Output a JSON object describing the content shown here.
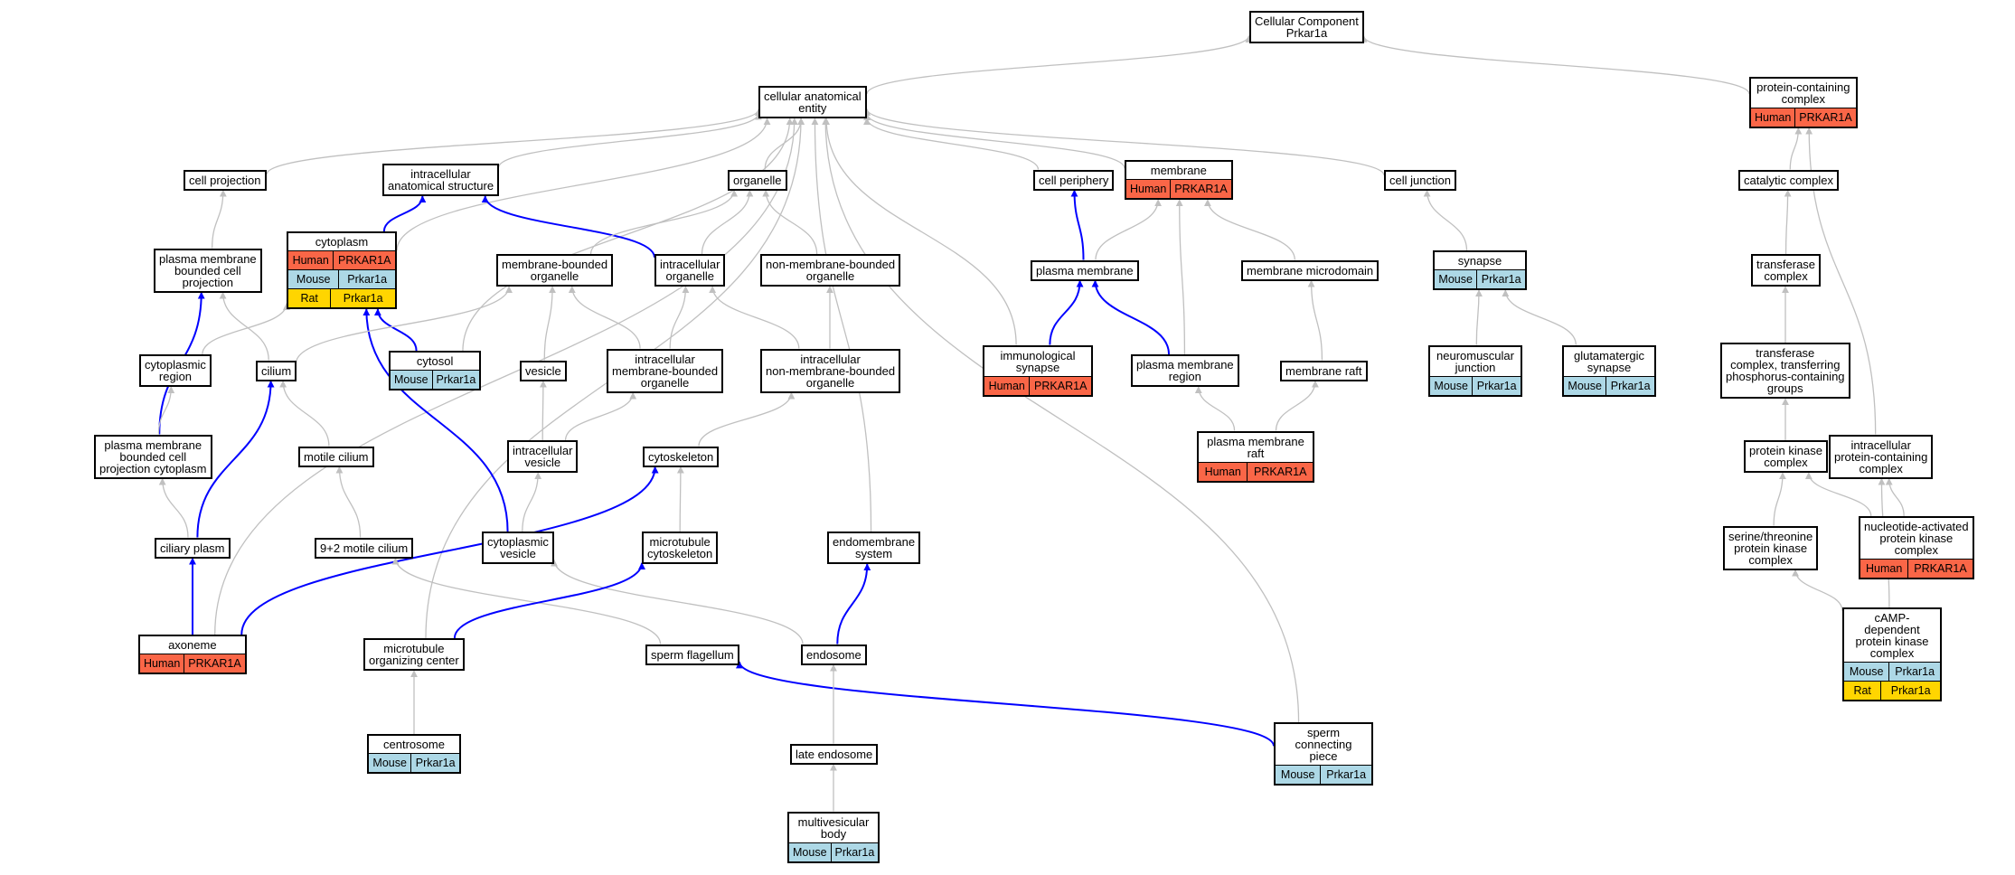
{
  "colors": {
    "edge_grey": "#c0c0c0",
    "edge_blue": "#0000ff",
    "human": "#fa6647",
    "mouse": "#add8e6",
    "rat": "#ffd500"
  },
  "nodes": [
    {
      "id": "cc",
      "label": "Cellular Component\nPrkar1a",
      "species": []
    },
    {
      "id": "cae",
      "label": "cellular anatomical\nentity",
      "species": []
    },
    {
      "id": "pcc",
      "label": "protein-containing\ncomplex",
      "species": [
        {
          "sp": "Human",
          "gene": "PRKAR1A"
        }
      ]
    },
    {
      "id": "cellproj",
      "label": "cell projection",
      "species": []
    },
    {
      "id": "ias",
      "label": "intracellular\nanatomical structure",
      "species": []
    },
    {
      "id": "organelle",
      "label": "organelle",
      "species": []
    },
    {
      "id": "cellper",
      "label": "cell periphery",
      "species": []
    },
    {
      "id": "membrane",
      "label": "membrane",
      "species": [
        {
          "sp": "Human",
          "gene": "PRKAR1A"
        }
      ]
    },
    {
      "id": "celljunc",
      "label": "cell junction",
      "species": []
    },
    {
      "id": "catalytic",
      "label": "catalytic complex",
      "species": []
    },
    {
      "id": "pmbcp",
      "label": "plasma membrane\nbounded cell\nprojection",
      "species": []
    },
    {
      "id": "cytoplasm",
      "label": "cytoplasm",
      "species": [
        {
          "sp": "Human",
          "gene": "PRKAR1A"
        },
        {
          "sp": "Mouse",
          "gene": "Prkar1a"
        },
        {
          "sp": "Rat",
          "gene": "Prkar1a"
        }
      ]
    },
    {
      "id": "mbo",
      "label": "membrane-bounded\norganelle",
      "species": []
    },
    {
      "id": "intorg",
      "label": "intracellular\norganelle",
      "species": []
    },
    {
      "id": "nmbo",
      "label": "non-membrane-bounded\norganelle",
      "species": []
    },
    {
      "id": "pm",
      "label": "plasma membrane",
      "species": []
    },
    {
      "id": "memmicro",
      "label": "membrane microdomain",
      "species": []
    },
    {
      "id": "synapse",
      "label": "synapse",
      "species": [
        {
          "sp": "Mouse",
          "gene": "Prkar1a"
        }
      ]
    },
    {
      "id": "transferase",
      "label": "transferase\ncomplex",
      "species": []
    },
    {
      "id": "cytoreg",
      "label": "cytoplasmic\nregion",
      "species": []
    },
    {
      "id": "cilium",
      "label": "cilium",
      "species": []
    },
    {
      "id": "cytosol",
      "label": "cytosol",
      "species": [
        {
          "sp": "Mouse",
          "gene": "Prkar1a"
        }
      ]
    },
    {
      "id": "vesicle",
      "label": "vesicle",
      "species": []
    },
    {
      "id": "imbo",
      "label": "intracellular\nmembrane-bounded\norganelle",
      "species": []
    },
    {
      "id": "inmbo",
      "label": "intracellular\nnon-membrane-bounded\norganelle",
      "species": []
    },
    {
      "id": "immsyn",
      "label": "immunological\nsynapse",
      "species": [
        {
          "sp": "Human",
          "gene": "PRKAR1A"
        }
      ]
    },
    {
      "id": "pmregion",
      "label": "plasma membrane\nregion",
      "species": []
    },
    {
      "id": "memraft",
      "label": "membrane raft",
      "species": []
    },
    {
      "id": "nmj",
      "label": "neuromuscular\njunction",
      "species": [
        {
          "sp": "Mouse",
          "gene": "Prkar1a"
        }
      ]
    },
    {
      "id": "glusyn",
      "label": "glutamatergic\nsynapse",
      "species": [
        {
          "sp": "Mouse",
          "gene": "Prkar1a"
        }
      ]
    },
    {
      "id": "tcpg",
      "label": "transferase\ncomplex, transferring\nphosphorus-containing\ngroups",
      "species": []
    },
    {
      "id": "pmbcpc",
      "label": "plasma membrane\nbounded cell\nprojection cytoplasm",
      "species": []
    },
    {
      "id": "motile",
      "label": "motile cilium",
      "species": []
    },
    {
      "id": "intves",
      "label": "intracellular\nvesicle",
      "species": []
    },
    {
      "id": "cytoskel",
      "label": "cytoskeleton",
      "species": []
    },
    {
      "id": "pmraft",
      "label": "plasma membrane\nraft",
      "species": [
        {
          "sp": "Human",
          "gene": "PRKAR1A"
        }
      ]
    },
    {
      "id": "pkc",
      "label": "protein kinase\ncomplex",
      "species": []
    },
    {
      "id": "ipcc",
      "label": "intracellular\nprotein-containing\ncomplex",
      "species": []
    },
    {
      "id": "ciliary",
      "label": "ciliary plasm",
      "species": []
    },
    {
      "id": "motile92",
      "label": "9+2 motile cilium",
      "species": []
    },
    {
      "id": "cytoves",
      "label": "cytoplasmic\nvesicle",
      "species": []
    },
    {
      "id": "mtcyto",
      "label": "microtubule\ncytoskeleton",
      "species": []
    },
    {
      "id": "endomem",
      "label": "endomembrane\nsystem",
      "species": []
    },
    {
      "id": "stpkc",
      "label": "serine/threonine\nprotein kinase\ncomplex",
      "species": []
    },
    {
      "id": "napkc",
      "label": "nucleotide-activated\nprotein kinase\ncomplex",
      "species": [
        {
          "sp": "Human",
          "gene": "PRKAR1A"
        }
      ]
    },
    {
      "id": "axoneme",
      "label": "axoneme",
      "species": [
        {
          "sp": "Human",
          "gene": "PRKAR1A"
        }
      ]
    },
    {
      "id": "mtoc",
      "label": "microtubule\norganizing center",
      "species": []
    },
    {
      "id": "spermflag",
      "label": "sperm flagellum",
      "species": []
    },
    {
      "id": "endosome",
      "label": "endosome",
      "species": []
    },
    {
      "id": "camp",
      "label": "cAMP-dependent\nprotein kinase\ncomplex",
      "species": [
        {
          "sp": "Mouse",
          "gene": "Prkar1a"
        },
        {
          "sp": "Rat",
          "gene": "Prkar1a"
        }
      ]
    },
    {
      "id": "centrosome",
      "label": "centrosome",
      "species": [
        {
          "sp": "Mouse",
          "gene": "Prkar1a"
        }
      ]
    },
    {
      "id": "spermconn",
      "label": "sperm connecting\npiece",
      "species": [
        {
          "sp": "Mouse",
          "gene": "Prkar1a"
        }
      ]
    },
    {
      "id": "lateendo",
      "label": "late endosome",
      "species": []
    },
    {
      "id": "mvb",
      "label": "multivesicular\nbody",
      "species": [
        {
          "sp": "Mouse",
          "gene": "Prkar1a"
        }
      ]
    }
  ],
  "edges": [
    {
      "from": "cae",
      "to": "cc",
      "style": "grey"
    },
    {
      "from": "pcc",
      "to": "cc",
      "style": "grey"
    },
    {
      "from": "cellproj",
      "to": "cae",
      "style": "grey"
    },
    {
      "from": "ias",
      "to": "cae",
      "style": "grey"
    },
    {
      "from": "organelle",
      "to": "cae",
      "style": "grey"
    },
    {
      "from": "cellper",
      "to": "cae",
      "style": "grey"
    },
    {
      "from": "membrane",
      "to": "cae",
      "style": "grey"
    },
    {
      "from": "celljunc",
      "to": "cae",
      "style": "grey"
    },
    {
      "from": "cytoplasm",
      "to": "cae",
      "style": "grey"
    },
    {
      "from": "cytosol",
      "to": "cae",
      "style": "grey"
    },
    {
      "from": "immsyn",
      "to": "cae",
      "style": "grey"
    },
    {
      "from": "endomem",
      "to": "cae",
      "style": "grey"
    },
    {
      "from": "axoneme",
      "to": "cae",
      "style": "grey"
    },
    {
      "from": "mtoc",
      "to": "cae",
      "style": "grey"
    },
    {
      "from": "spermconn",
      "to": "cae",
      "style": "grey"
    },
    {
      "from": "catalytic",
      "to": "pcc",
      "style": "grey"
    },
    {
      "from": "ipcc",
      "to": "pcc",
      "style": "grey"
    },
    {
      "from": "pmbcp",
      "to": "cellproj",
      "style": "grey"
    },
    {
      "from": "cytoplasm",
      "to": "ias",
      "style": "blue"
    },
    {
      "from": "intorg",
      "to": "ias",
      "style": "blue"
    },
    {
      "from": "mbo",
      "to": "organelle",
      "style": "grey"
    },
    {
      "from": "intorg",
      "to": "organelle",
      "style": "grey"
    },
    {
      "from": "nmbo",
      "to": "organelle",
      "style": "grey"
    },
    {
      "from": "pm",
      "to": "cellper",
      "style": "blue"
    },
    {
      "from": "pm",
      "to": "membrane",
      "style": "grey"
    },
    {
      "from": "memmicro",
      "to": "membrane",
      "style": "grey"
    },
    {
      "from": "pmregion",
      "to": "membrane",
      "style": "grey"
    },
    {
      "from": "synapse",
      "to": "celljunc",
      "style": "grey"
    },
    {
      "from": "transferase",
      "to": "catalytic",
      "style": "grey"
    },
    {
      "from": "pmbcpc",
      "to": "pmbcp",
      "style": "blue"
    },
    {
      "from": "cilium",
      "to": "pmbcp",
      "style": "grey"
    },
    {
      "from": "cytoreg",
      "to": "cytoplasm",
      "style": "grey"
    },
    {
      "from": "cytosol",
      "to": "cytoplasm",
      "style": "blue"
    },
    {
      "from": "cytoves",
      "to": "cytoplasm",
      "style": "blue"
    },
    {
      "from": "vesicle",
      "to": "mbo",
      "style": "grey"
    },
    {
      "from": "imbo",
      "to": "mbo",
      "style": "grey"
    },
    {
      "from": "cilium",
      "to": "mbo",
      "style": "grey"
    },
    {
      "from": "imbo",
      "to": "intorg",
      "style": "grey"
    },
    {
      "from": "inmbo",
      "to": "intorg",
      "style": "grey"
    },
    {
      "from": "inmbo",
      "to": "nmbo",
      "style": "grey"
    },
    {
      "from": "immsyn",
      "to": "pm",
      "style": "blue"
    },
    {
      "from": "pmregion",
      "to": "pm",
      "style": "blue"
    },
    {
      "from": "memraft",
      "to": "memmicro",
      "style": "grey"
    },
    {
      "from": "nmj",
      "to": "synapse",
      "style": "grey"
    },
    {
      "from": "glusyn",
      "to": "synapse",
      "style": "grey"
    },
    {
      "from": "tcpg",
      "to": "transferase",
      "style": "grey"
    },
    {
      "from": "pmbcpc",
      "to": "cytoreg",
      "style": "grey"
    },
    {
      "from": "ciliary",
      "to": "cilium",
      "style": "blue"
    },
    {
      "from": "motile",
      "to": "cilium",
      "style": "grey"
    },
    {
      "from": "intves",
      "to": "vesicle",
      "style": "grey"
    },
    {
      "from": "intves",
      "to": "imbo",
      "style": "grey"
    },
    {
      "from": "cytoskel",
      "to": "inmbo",
      "style": "grey"
    },
    {
      "from": "pmraft",
      "to": "pmregion",
      "style": "grey"
    },
    {
      "from": "pmraft",
      "to": "memraft",
      "style": "grey"
    },
    {
      "from": "pkc",
      "to": "tcpg",
      "style": "grey"
    },
    {
      "from": "ciliary",
      "to": "pmbcpc",
      "style": "grey"
    },
    {
      "from": "motile92",
      "to": "motile",
      "style": "grey"
    },
    {
      "from": "cytoves",
      "to": "intves",
      "style": "grey"
    },
    {
      "from": "mtcyto",
      "to": "cytoskel",
      "style": "grey"
    },
    {
      "from": "axoneme",
      "to": "cytoskel",
      "style": "blue"
    },
    {
      "from": "stpkc",
      "to": "pkc",
      "style": "grey"
    },
    {
      "from": "napkc",
      "to": "pkc",
      "style": "grey"
    },
    {
      "from": "napkc",
      "to": "ipcc",
      "style": "grey"
    },
    {
      "from": "axoneme",
      "to": "ciliary",
      "style": "blue"
    },
    {
      "from": "spermflag",
      "to": "motile92",
      "style": "grey"
    },
    {
      "from": "endosome",
      "to": "cytoves",
      "style": "grey"
    },
    {
      "from": "mtoc",
      "to": "mtcyto",
      "style": "blue"
    },
    {
      "from": "endosome",
      "to": "endomem",
      "style": "blue"
    },
    {
      "from": "camp",
      "to": "stpkc",
      "style": "grey"
    },
    {
      "from": "camp",
      "to": "ipcc",
      "style": "grey"
    },
    {
      "from": "centrosome",
      "to": "mtoc",
      "style": "grey"
    },
    {
      "from": "spermconn",
      "to": "spermflag",
      "style": "blue"
    },
    {
      "from": "lateendo",
      "to": "endosome",
      "style": "grey"
    },
    {
      "from": "mvb",
      "to": "lateendo",
      "style": "grey"
    }
  ]
}
